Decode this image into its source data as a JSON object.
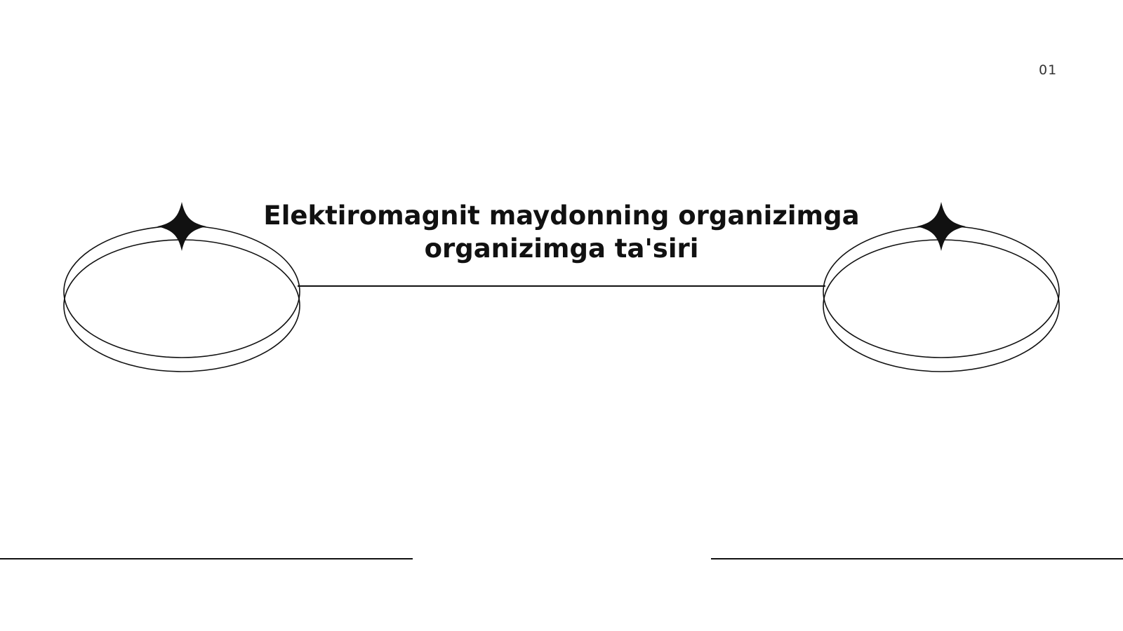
{
  "slide": {
    "page_number": "01",
    "title_line_1": "Elektiromagnit maydonning organizimga",
    "title_line_2": "organizimga ta'siri",
    "colors": {
      "background": "#ffffff",
      "ink": "#111111",
      "page_number": "#333333"
    },
    "icons": [
      "ring-left-icon",
      "sparkle-star-icon",
      "ring-right-icon"
    ]
  }
}
